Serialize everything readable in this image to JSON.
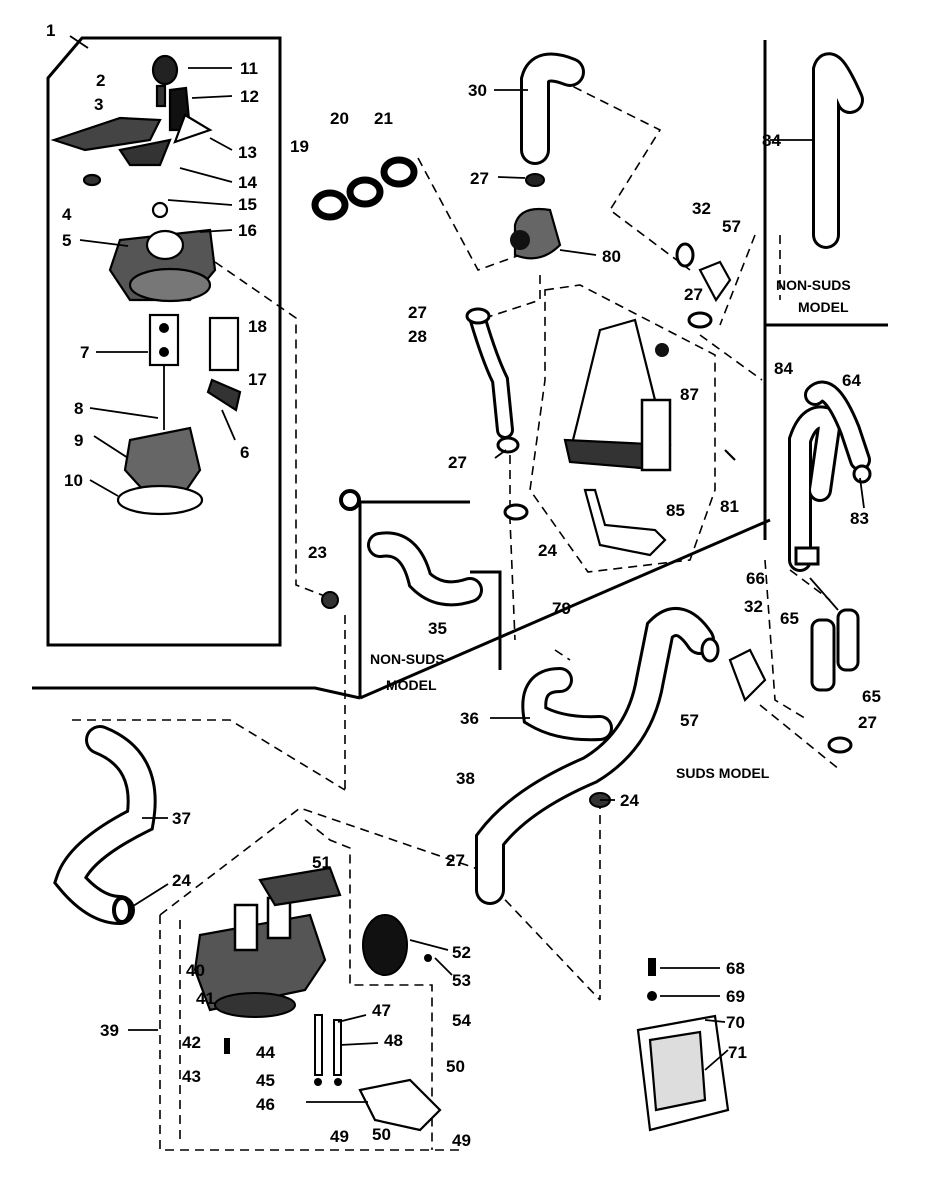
{
  "parts": {
    "p1": "1",
    "p2": "2",
    "p3": "3",
    "p4": "4",
    "p5": "5",
    "p6": "6",
    "p7": "7",
    "p8": "8",
    "p9": "9",
    "p10": "10",
    "p11": "11",
    "p12": "12",
    "p13": "13",
    "p14": "14",
    "p15": "15",
    "p16": "16",
    "p17": "17",
    "p18": "18",
    "p19": "19",
    "p20": "20",
    "p21": "21",
    "p23": "23",
    "p24": "24",
    "p27": "27",
    "p28": "28",
    "p30": "30",
    "p32": "32",
    "p35": "35",
    "p36": "36",
    "p37": "37",
    "p38": "38",
    "p39": "39",
    "p40": "40",
    "p41": "41",
    "p42": "42",
    "p43": "43",
    "p44": "44",
    "p45": "45",
    "p46": "46",
    "p47": "47",
    "p48": "48",
    "p49": "49",
    "p50": "50",
    "p51": "51",
    "p52": "52",
    "p53": "53",
    "p54": "54",
    "p57": "57",
    "p64": "64",
    "p65": "65",
    "p66": "66",
    "p68": "68",
    "p69": "69",
    "p70": "70",
    "p71": "71",
    "p79": "79",
    "p80": "80",
    "p81": "81",
    "p83": "83",
    "p84": "84",
    "p85": "85",
    "p87": "87"
  },
  "captions": {
    "non_suds": "NON-SUDS",
    "model": "MODEL",
    "suds_model": "SUDS MODEL"
  }
}
